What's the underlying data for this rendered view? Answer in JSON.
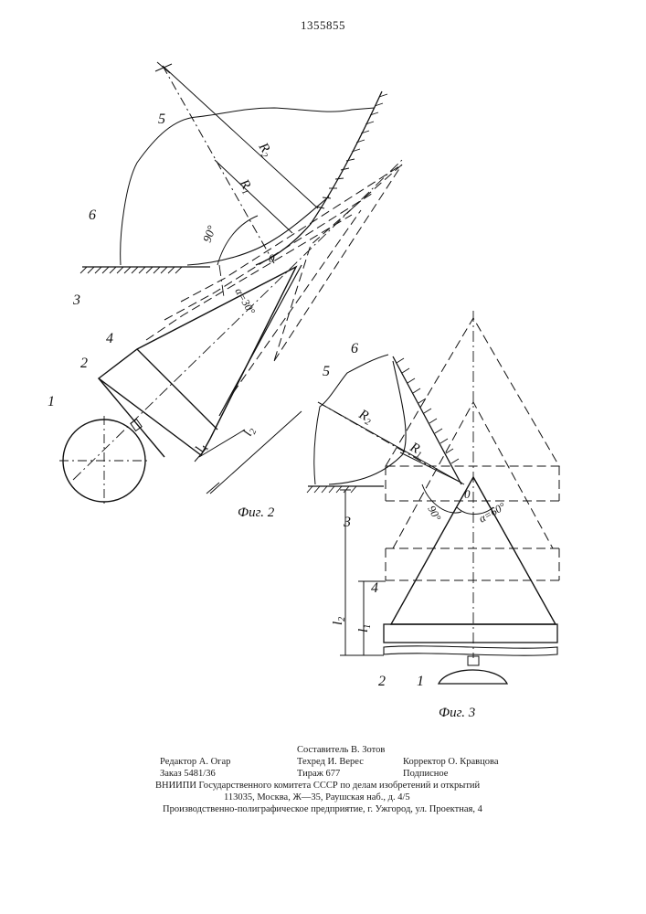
{
  "header": {
    "patent_number": "1355855"
  },
  "figure2": {
    "caption": "Фиг. 2",
    "labels": {
      "n1": "1",
      "n2": "2",
      "n3": "3",
      "n4": "4",
      "n5": "5",
      "n6": "6",
      "r1": "R",
      "r1_sub": "1",
      "r2": "R",
      "r2_sub": "2",
      "o": "0",
      "angle90": "90°",
      "alpha": "α=30°",
      "l1": "l",
      "l1_sub": "1",
      "l2": "l",
      "l2_sub": "2"
    }
  },
  "figure3": {
    "caption": "Фиг. 3",
    "labels": {
      "n1": "1",
      "n2": "2",
      "n3": "3",
      "n4": "4",
      "n5": "5",
      "n6": "6",
      "r1": "R",
      "r1_sub": "1",
      "r2": "R",
      "r2_sub": "2",
      "o": "0",
      "angle90": "90°",
      "alpha": "α=60°",
      "l1": "l",
      "l1_sub": "1",
      "l2": "l",
      "l2_sub": "2"
    }
  },
  "imprint": {
    "compiler": "Составитель В. Зотов",
    "editor": "Редактор А. Огар",
    "techred": "Техред И. Верес",
    "corrector": "Корректор О. Кравцова",
    "order": "Заказ 5481/36",
    "circulation": "Тираж 677",
    "subscription": "Подписное",
    "vniipi": "ВНИИПИ Государственного комитета СССР по делам изобретений и открытий",
    "address": "113035, Москва, Ж—35, Раушская наб., д. 4/5",
    "printer": "Производственно-полиграфическое предприятие, г. Ужгород, ул. Проектная, 4"
  }
}
